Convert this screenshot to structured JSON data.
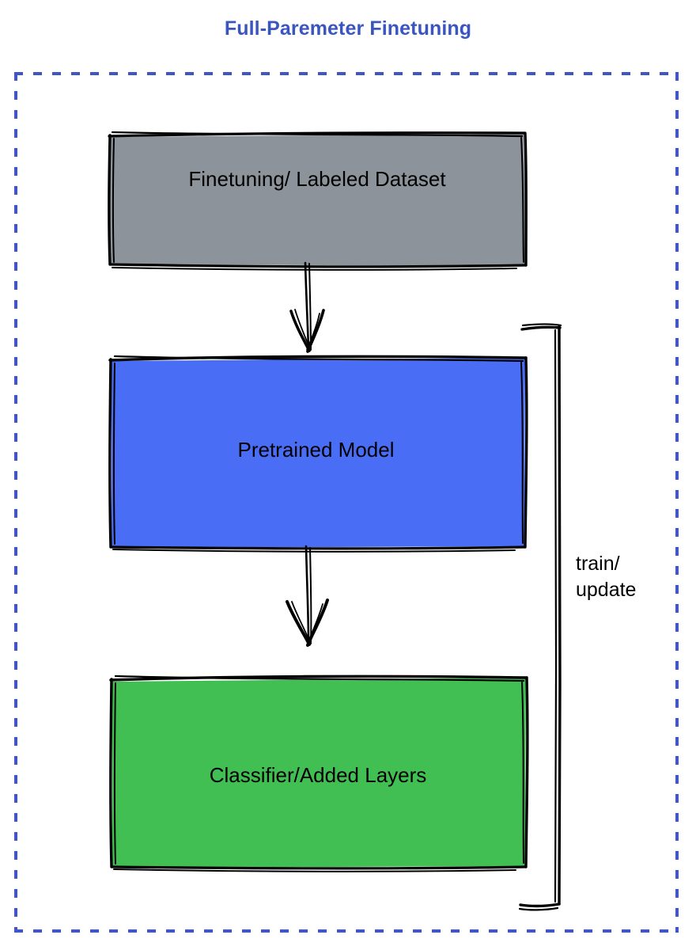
{
  "title": "Full-Paremeter Finetuning",
  "colors": {
    "title_text": "#3b55c0",
    "container_border": "#3f56c4",
    "dataset_fill": "#8d939b",
    "pretrained_fill": "#4a6df5",
    "classifier_fill": "#41bf53",
    "stroke": "#000000",
    "canvas": "#ffffff"
  },
  "nodes": [
    {
      "id": "dataset",
      "label": "Finetuning/ Labeled Dataset",
      "fill": "#8d939b"
    },
    {
      "id": "pretrained",
      "label": "Pretrained Model",
      "fill": "#4a6df5"
    },
    {
      "id": "classifier",
      "label": "Classifier/Added Layers",
      "fill": "#41bf53"
    }
  ],
  "connectors": [
    {
      "id": "dataset-to-pretrained",
      "from": "dataset",
      "to": "pretrained",
      "style": "arrow-down"
    },
    {
      "id": "pretrained-to-classifier",
      "from": "pretrained",
      "to": "classifier",
      "style": "arrow-down"
    },
    {
      "id": "feedback",
      "from": "classifier",
      "to": "pretrained",
      "style": "bracket"
    }
  ],
  "feedback_label": {
    "line1": "train/",
    "line2": "update"
  }
}
